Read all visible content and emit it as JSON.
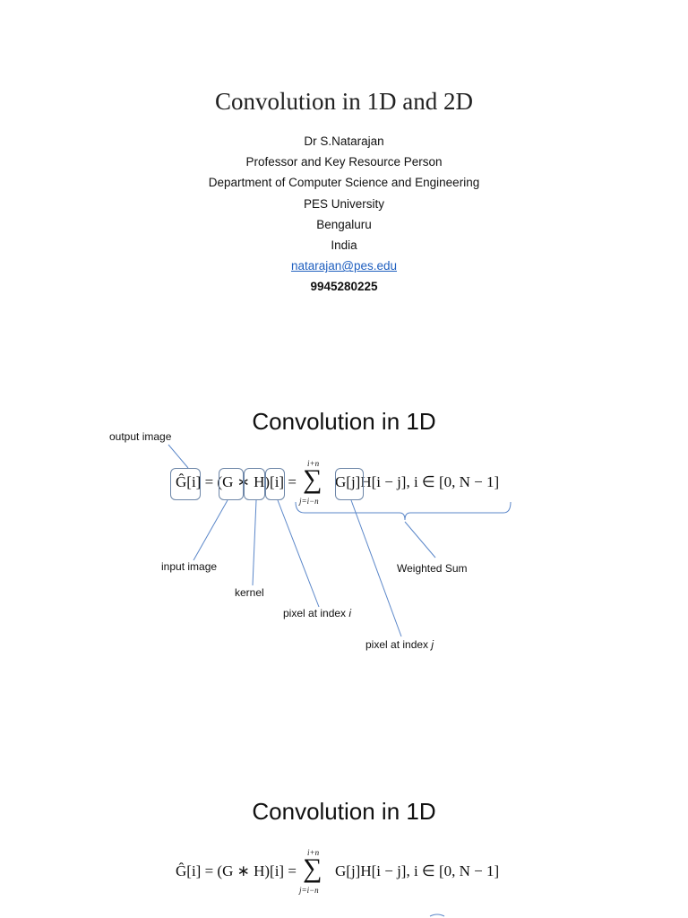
{
  "cover": {
    "title": "Convolution in 1D and  2D",
    "author": "Dr S.Natarajan",
    "role": "Professor and Key Resource Person",
    "department": "Department of Computer Science and Engineering",
    "university": "PES University",
    "city": "Bengaluru",
    "country": "India",
    "email": "natarajan@pes.edu",
    "phone": "9945280225"
  },
  "slide1": {
    "title": "Convolution in 1D",
    "formula": {
      "lhs": "Ĝ[i] = (G ∗ H)[i] =",
      "sum_top": "i+n",
      "sum_symbol": "∑",
      "sum_bottom": "j=i−n",
      "rhs": "G[j]H[i − j],  i ∈ [0, N − 1]"
    },
    "labels": {
      "output_image": "output image",
      "input_image": "input image",
      "kernel": "kernel",
      "pixel_i_prefix": "pixel at index ",
      "pixel_i_var": "i",
      "pixel_j_prefix": "pixel at index ",
      "pixel_j_var": "j",
      "weighted_sum": "Weighted Sum"
    },
    "colors": {
      "box": "#6d86a8",
      "leader": "#5b87c9"
    }
  },
  "slide2": {
    "title": "Convolution in 1D",
    "formula": {
      "lhs": "Ĝ[i] = (G ∗ H)[i] =",
      "sum_top": "i+n",
      "sum_symbol": "∑",
      "sum_bottom": "j=i−n",
      "rhs": "G[j]H[i − j],  i ∈ [0, N − 1]"
    }
  }
}
